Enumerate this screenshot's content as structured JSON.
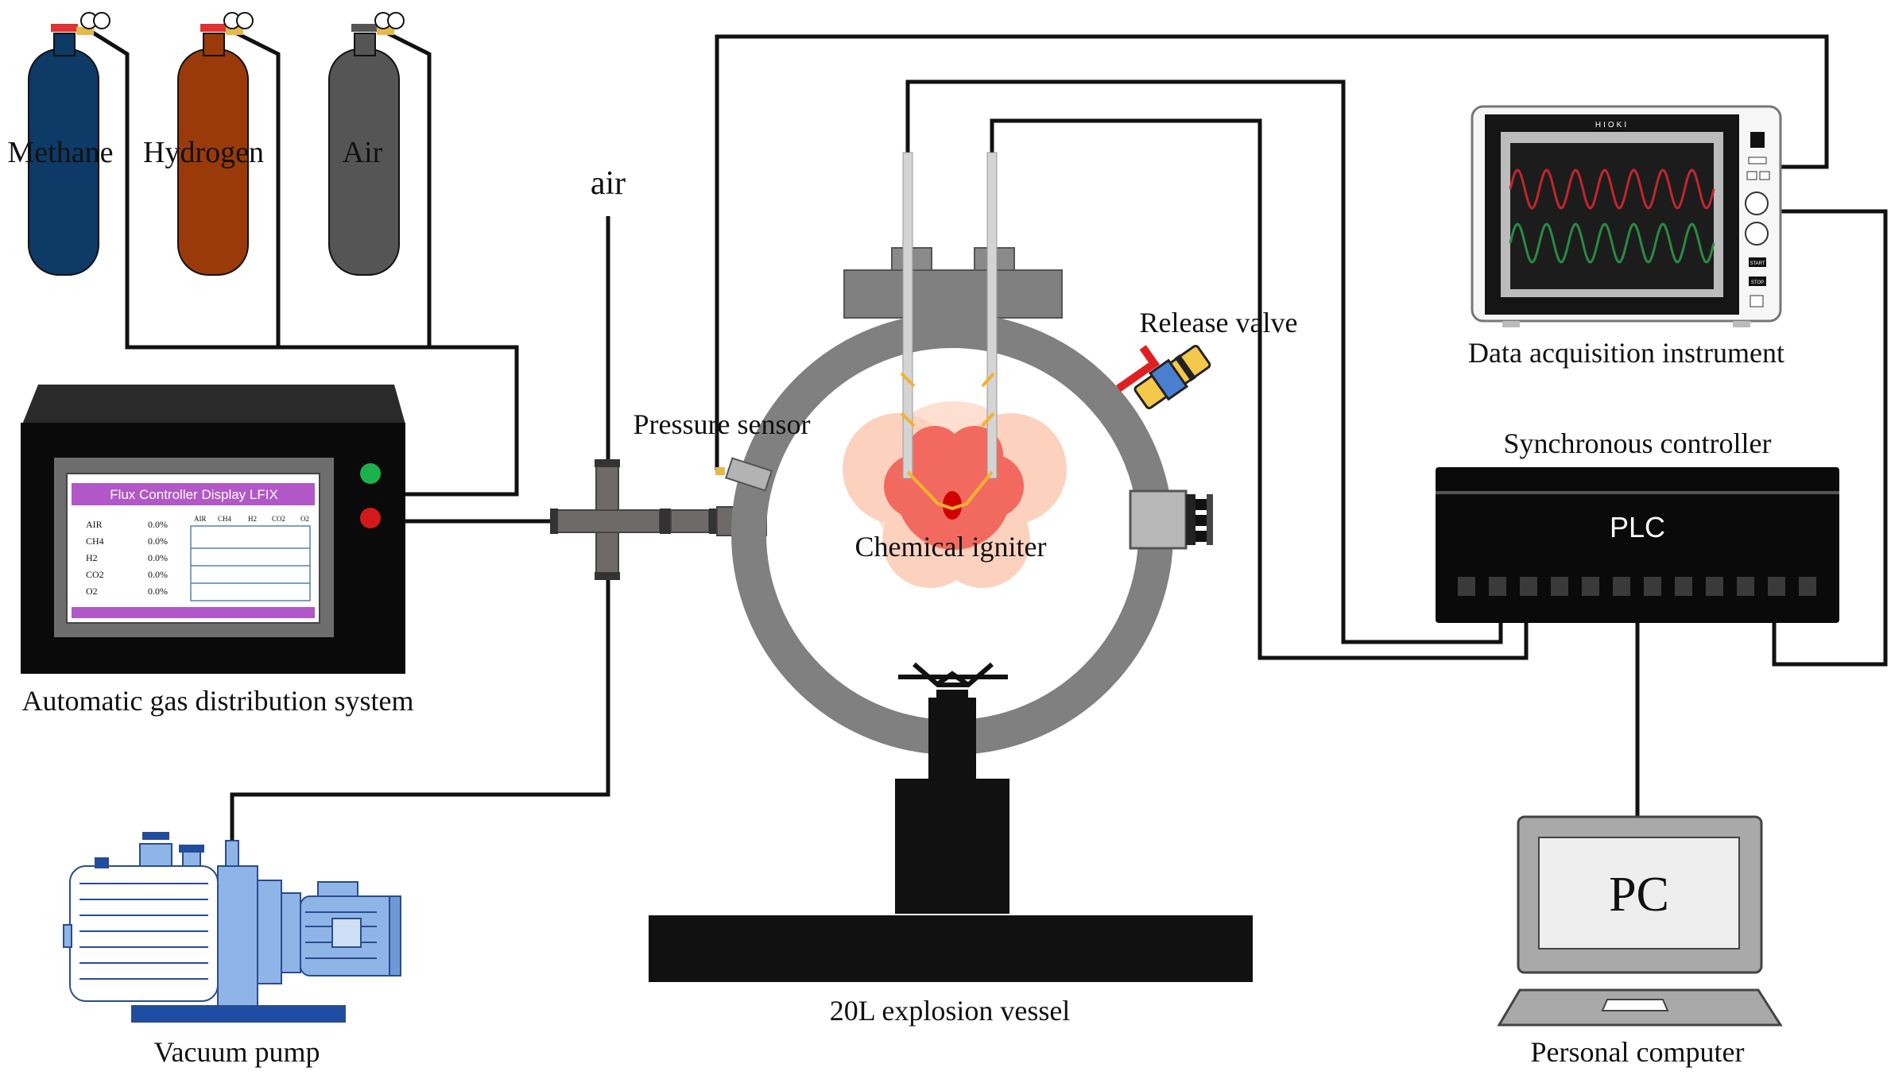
{
  "cylinders": [
    {
      "label": "Methane",
      "color": "#0d3a66"
    },
    {
      "label": "Hydrogen",
      "color": "#9a3a0a"
    },
    {
      "label": "Air",
      "color": "#555555"
    }
  ],
  "labels": {
    "air_inlet": "air",
    "pressure_sensor": "Pressure sensor",
    "release_valve": "Release valve",
    "chemical_igniter": "Chemical igniter",
    "explosion_vessel": "20L explosion vessel",
    "gas_distribution": "Automatic gas distribution system",
    "vacuum_pump": "Vacuum pump",
    "data_acquisition": "Data acquisition instrument",
    "sync_controller": "Synchronous controller",
    "personal_computer": "Personal computer"
  },
  "flux_display": {
    "title": "Flux Controller Display LFIX",
    "rows": [
      {
        "gas": "AIR",
        "value": "0.0%"
      },
      {
        "gas": "CH4",
        "value": "0.0%"
      },
      {
        "gas": "H2",
        "value": "0.0%"
      },
      {
        "gas": "CO2",
        "value": "0.0%"
      },
      {
        "gas": "O2",
        "value": "0.0%"
      }
    ],
    "legend": [
      "AIR",
      "CH4",
      "H2",
      "CO2",
      "O2"
    ]
  },
  "daq": {
    "brand": "HIOKI",
    "button_1": "START",
    "button_2": "STOP"
  },
  "plc": {
    "label": "PLC"
  },
  "pc": {
    "screen_label": "PC"
  },
  "colors": {
    "methane": "#0d3a66",
    "hydrogen": "#9a3a0a",
    "air_cylinder": "#555555",
    "vessel": "#808080",
    "flame": "#f26a5f",
    "pump": "#8fb4e8",
    "trace_red": "#c0272d",
    "trace_green": "#2a8a43",
    "display_purple": "#b257c7"
  }
}
